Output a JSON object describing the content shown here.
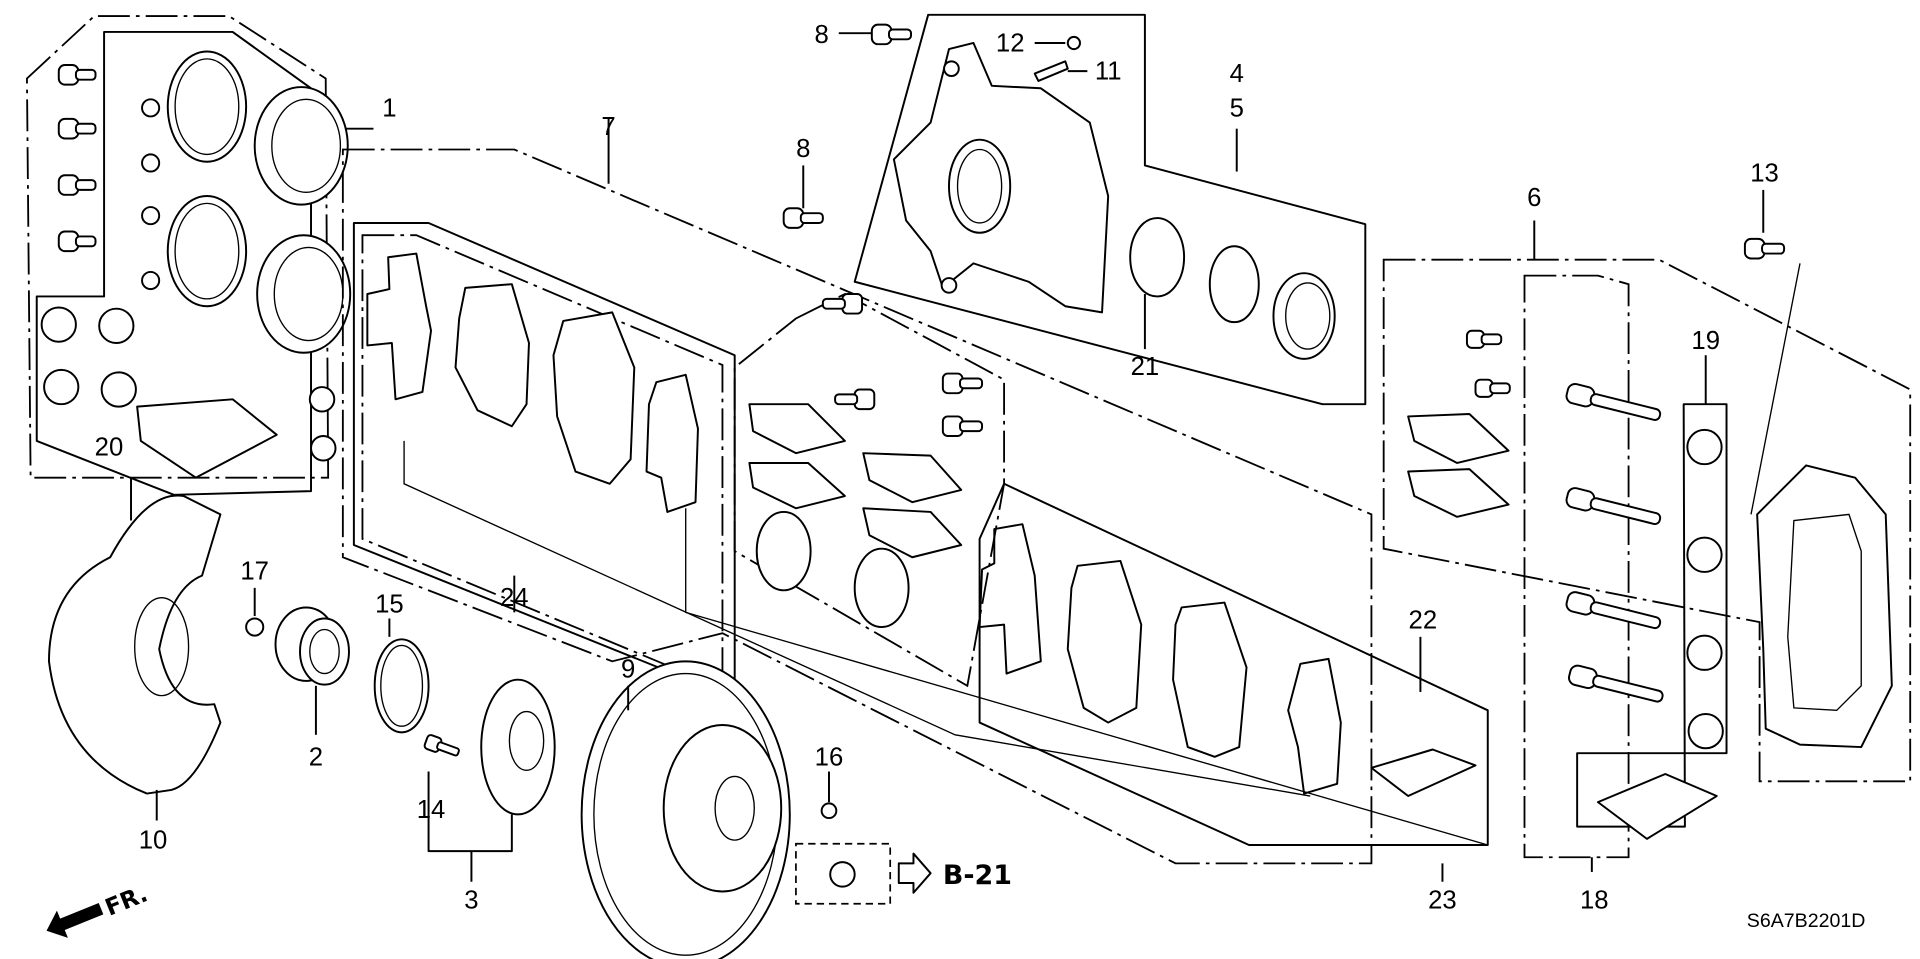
{
  "diagram": {
    "title": "Front Brake Assembly Exploded View",
    "drawing_code": "S6A7B2201D",
    "reference": {
      "label": "B-21",
      "icon": "arrow-right-outline-icon"
    },
    "direction": {
      "label": "FR.",
      "icon": "arrow-front-icon"
    },
    "callouts": [
      {
        "id": "1",
        "label": "1",
        "part": "caliper-seal-kit"
      },
      {
        "id": "2",
        "label": "2",
        "part": "wheel-bearing"
      },
      {
        "id": "3",
        "label": "3",
        "part": "hub-assembly"
      },
      {
        "id": "4",
        "label": "4",
        "part": "caliper-body-assembly"
      },
      {
        "id": "5",
        "label": "5",
        "part": "caliper-body-assembly"
      },
      {
        "id": "6",
        "label": "6",
        "part": "caliper-bracket-assembly"
      },
      {
        "id": "7",
        "label": "7",
        "part": "pad-set"
      },
      {
        "id": "8a",
        "label": "8",
        "part": "bleeder-bolt"
      },
      {
        "id": "8b",
        "label": "8",
        "part": "bolt"
      },
      {
        "id": "9",
        "label": "9",
        "part": "brake-disc"
      },
      {
        "id": "10",
        "label": "10",
        "part": "splash-guard"
      },
      {
        "id": "11",
        "label": "11",
        "part": "bleeder-screw"
      },
      {
        "id": "12",
        "label": "12",
        "part": "bleeder-cap"
      },
      {
        "id": "13",
        "label": "13",
        "part": "bracket-bolt"
      },
      {
        "id": "14",
        "label": "14",
        "part": "hub-bolt"
      },
      {
        "id": "15",
        "label": "15",
        "part": "snap-ring"
      },
      {
        "id": "16",
        "label": "16",
        "part": "disc-screw"
      },
      {
        "id": "17",
        "label": "17",
        "part": "splash-guard-screw"
      },
      {
        "id": "18",
        "label": "18",
        "part": "pin-boot-set"
      },
      {
        "id": "19",
        "label": "19",
        "part": "pin-boot"
      },
      {
        "id": "20",
        "label": "20",
        "part": "boot-kit"
      },
      {
        "id": "21",
        "label": "21",
        "part": "piston"
      },
      {
        "id": "22",
        "label": "22",
        "part": "grease"
      },
      {
        "id": "23",
        "label": "23",
        "part": "pad-shim-set"
      },
      {
        "id": "24",
        "label": "24",
        "part": "shim-set"
      }
    ]
  }
}
